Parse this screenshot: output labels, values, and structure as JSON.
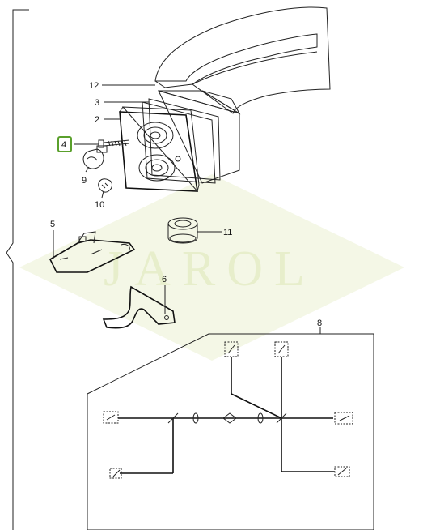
{
  "watermark": {
    "text": "JAROL",
    "color": "#e8efcf"
  },
  "highlight_color": "#5aa02c",
  "callouts": {
    "c12": "12",
    "c3": "3",
    "c2": "2",
    "c4": "4",
    "c9": "9",
    "c10": "10",
    "c5": "5",
    "c11": "11",
    "c6": "6",
    "c8": "8"
  },
  "icons": {
    "bulb": "tail-lamp-bulb-icon",
    "small_bulb": "wedge-bulb-icon",
    "grommet": "rubber-grommet-icon"
  }
}
